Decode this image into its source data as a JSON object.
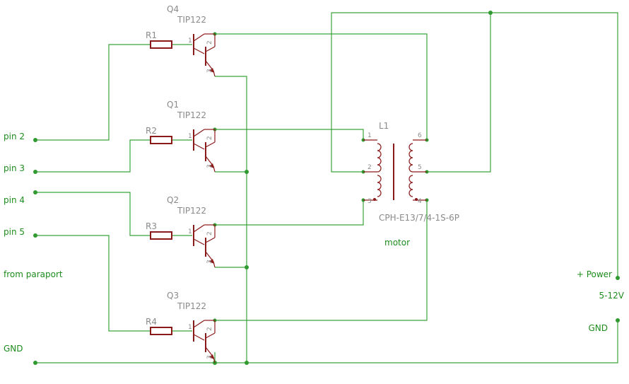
{
  "labels": {
    "pin2": "pin 2",
    "pin3": "pin 3",
    "pin4": "pin 4",
    "pin5": "pin 5",
    "source": "from paraport",
    "gnd_left": "GND",
    "power": "+ Power",
    "voltage": "5-12V",
    "gnd_right": "GND",
    "motor": "motor"
  },
  "parts": {
    "q4": {
      "name": "Q4",
      "value": "TIP122"
    },
    "q1": {
      "name": "Q1",
      "value": "TIP122"
    },
    "q2": {
      "name": "Q2",
      "value": "TIP122"
    },
    "q3": {
      "name": "Q3",
      "value": "TIP122"
    },
    "r1": "R1",
    "r2": "R2",
    "r3": "R3",
    "r4": "R4",
    "l1": {
      "name": "L1",
      "value": "CPH-E13/7/4-1S-6P"
    }
  },
  "pins": {
    "base": "1",
    "collector": "2",
    "emitter": "3",
    "coil": [
      "1",
      "2",
      "3",
      "4",
      "5",
      "6"
    ]
  },
  "colors": {
    "wire": "#3aa33a",
    "component": "#8b1a1a",
    "net_label": "#1e8c1e",
    "part_label": "#8a8a8a"
  }
}
